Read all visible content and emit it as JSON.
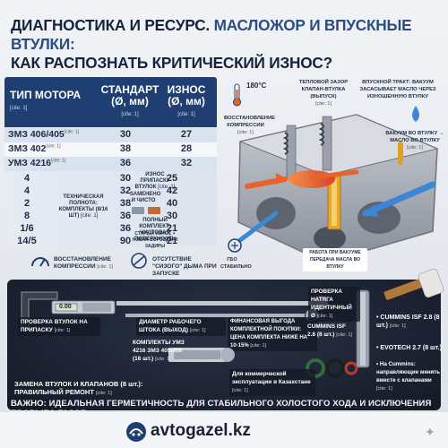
{
  "title": {
    "line1_dark": "ДИАГНОСТИКА И РЕСУРС. ",
    "line1_blue": "МАСЛОЖОР И ВПУСКНЫЕ ВТУЛКИ:",
    "line2_dark": "КАК РАСПОЗНАТЬ КРИТИЧЕСКИЙ ИЗНОС?"
  },
  "table": {
    "headers": {
      "engine": "ТИП МОТОРА",
      "engine_cite": "[cite: 1]",
      "standard": "СТАНДАРТ",
      "standard_unit": "(Ø, мм)",
      "standard_cite": "[cite: 1]",
      "wear": "ИЗНОС",
      "wear_unit": "(Ø, мм)",
      "wear_cite": "[cite: 1]"
    },
    "rows": [
      {
        "name": "ЗМЗ 406/405",
        "cite": "[cite: 1]",
        "standard": "30",
        "wear": "27"
      },
      {
        "name": "ЗМЗ 402",
        "cite": "[cite: 1]",
        "standard": "38",
        "wear": "28"
      },
      {
        "name": "УМЗ 4216",
        "cite": "[cite: 1]",
        "standard": "36",
        "wear": "32"
      }
    ],
    "lower_rows": [
      {
        "a": "4",
        "b": "30",
        "c": "25"
      },
      {
        "a": "4",
        "b": "32",
        "c": "42"
      },
      {
        "a": "2",
        "b": "38",
        "c": "40"
      },
      {
        "a": "8",
        "b": "36",
        "c": "30"
      },
      {
        "a": "1/6",
        "b": "36",
        "c": "21"
      },
      {
        "a": "14/5",
        "b": "90",
        "c": "21"
      }
    ],
    "mid_labels": {
      "tech": "ТЕХНИЧЕСКАЯ ПОЛНОТА: КОМПЛЕКТЫ (8/16 ШТ)",
      "tech_cite": "[cite: 1]",
      "wear_fit": "ИЗНОС ПРИПАСКУ ВТУЛОК",
      "wear_fit_cite": "[cite: 1]",
      "replace": "ЗАМЕНЕНО И ЧИСТО",
      "full_kit": "ПОЛНЫЙ КОМПЛЕКТ: ЧИСТОВАЯ ПОВЕРХНОСТЬ",
      "old_worn": "СТАРЫЙ ИЗНОС + НОВАЯ БОРОЗДЫ И ЗАДИРЫ"
    }
  },
  "engine_labels": {
    "temp": "180°C",
    "restore": "ВОССТАНОВЛЕНИЕ КОМПРЕССИИ",
    "restore_cite": "[cite: 1]",
    "thermal_gap": "ТЕПЛОВОЙ ЗАЗОР КЛАПАН-ВТУЛКА (ВЫПУСК)",
    "thermal_cite": "[cite: 1]",
    "intake": "ВПУСКНОЙ ТРАКТ: ВАКУУМ ЗАСАСЫВАЕТ МАСЛО ЧЕРЕЗ ИЗНОШЕННУЮ ВТУЛКУ",
    "vacuum": "ВАКУУМ ВО ВТУЛКУ → МАСЛО ВО ВТУЛКУ",
    "vacuum_cite": "[cite: 1]",
    "vacuum_work": "РАБОТА ПРИ ВАКУУМЕ ПЕРЕДАЧА МАСЛА ВО ВТУЛКУ",
    "gbo": "ГБО СТАБИЛЬНО"
  },
  "icon_row": {
    "compression": "ВОССТАНОВЛЕНИЕ КОМПРЕССИИ",
    "compression_cite": "[cite: 1]",
    "no_smoke": "ОТСУТСТВИЕ \"СИЗОГО\" ДЫМА ПРИ ЗАПУСКЕ"
  },
  "panel": {
    "micrometer_value": "0.00",
    "check_fit": "ПРОВЕРКА ВТУЛОК НА ПРИПАСКУ",
    "check_fit_cite": "[cite: 1]",
    "stem_diam": "ДИАМЕТР РАБОЧЕГО ШТОКА (ВЫХОД)",
    "stem_cite": "[cite: 1]",
    "finance": "ФИНАНСОВАЯ ВЫГОДА КОМПЛЕКТНОЙ ПОКУПКИ: ЦЕНА КОМПЛЕКТА НИЖЕ НА 10-15%",
    "finance_cite": "[cite: 1]",
    "kits": "КОМПЛЕКТЫ УМЗ 4216 ЗМЗ 405/406 (16 шт.)",
    "kits_cite": "[cite: 1]",
    "commercial": "Для коммерческой эксплуатации в Казахстане",
    "commercial_cite": "[cite: 1]",
    "replace_note": "ЗАМЕНА ВТУЛОК И КЛАПАНОВ (8 шт.): ПРАВИЛЬНЫЙ РЕМОНТ",
    "replace_cite": "[cite: 1]",
    "tension_check": "ПРОВЕРКА НАТЯГА ИДЕНТИЧНЫЙ",
    "tension_sym": "Ø",
    "tension_cite": "[cite: 1]",
    "cummins_a": "CUMMINS ISF 2.8 (8 шт.)",
    "cummins_a_cite": "[cite: 1]",
    "cummins_b": "CUMMINS ISF 2.8 (8 шт.)",
    "cummins_b_cite": "[cite: 1]",
    "evotech": "EVOTECH 2.7 (8 шт.)",
    "cummins_note": "На Cummins: направляющие менять вместе с клапанами",
    "cummins_note_cite": "[cite: 1]"
  },
  "bottom_note": {
    "label": "ВАЖНО: ",
    "text": "ИДЕАЛЬНАЯ ГЕРМЕТИЧНОСТЬ ДЛЯ СТАБИЛЬНОГО ХОЛОСТОГО ХОДА И ИСКЛЮЧЕНИЯ ПРОРЫВА ГАЗОВ"
  },
  "footer": {
    "brand": "avtogazel.kz"
  },
  "colors": {
    "navy": "#1f3e72",
    "hot": "#e8622a",
    "cold": "#3d86d6",
    "oil": "#e0a024"
  }
}
